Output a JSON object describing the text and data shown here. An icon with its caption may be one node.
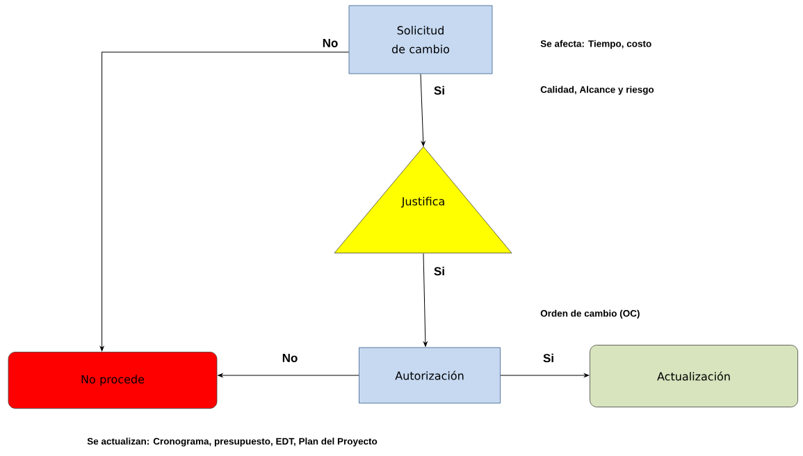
{
  "diagram": {
    "nodes": [
      {
        "text": [
          "Solicitud de cambio"
        ]
      },
      {
        "text": [
          "Justifica"
        ]
      },
      {
        "text": [
          "No procede"
        ]
      },
      {
        "text": [
          "Autorización"
        ]
      },
      {
        "text": [
          "Actualización"
        ]
      }
    ],
    "edges": [
      {
        "from": 0,
        "to": 2,
        "arrow": "to",
        "label": "No"
      },
      {
        "from": 0,
        "to": 1,
        "arrow": "to",
        "label": "Si"
      },
      {
        "from": 1,
        "to": 3,
        "arrow": "to",
        "label": "Si"
      },
      {
        "from": 3,
        "to": 2,
        "arrow": "to",
        "label": "No"
      },
      {
        "from": 3,
        "to": 4,
        "arrow": "to",
        "label": "Si"
      }
    ],
    "labels": [
      "Se afecta: Tiempo, costo",
      "Calidad, Alcance y riesgo",
      "Orden de cambio (OC)",
      "Se actualizan: Cronograma, presupuesto, EDT, Plan del Proyecto"
    ]
  }
}
